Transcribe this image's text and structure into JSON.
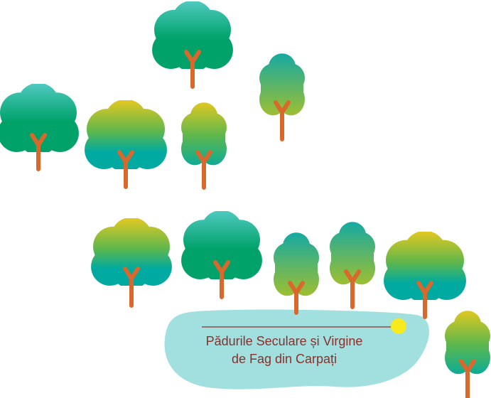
{
  "caption": {
    "line1": "Pădurile Seculare și Virgine",
    "line2": "de Fag din Carpați"
  },
  "colors": {
    "trunk": "#d9682c",
    "round_top": "#4fc9c0",
    "round_bottom": "#00a26a",
    "yellow_top": "#e2c821",
    "yellow_mid": "#5fb74c",
    "yellow_bottom": "#00aaa0",
    "tall_top": "#13a9a4",
    "tall_bottom": "#a6c02a",
    "lake": "#a2e0e0",
    "caption_text": "#8c2f2a",
    "marker": "#f7ea1e",
    "marker_line": "#8c2f2a"
  },
  "icons": {
    "trees": "beech-tree-icon",
    "lake": "lake-shape",
    "marker": "location-dot-icon"
  }
}
